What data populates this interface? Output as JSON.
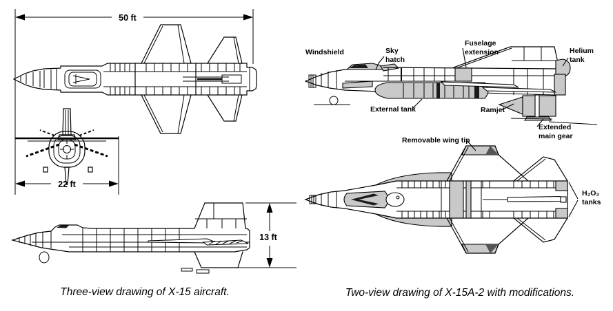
{
  "figure": {
    "colors": {
      "background": "#ffffff",
      "line": "#000000",
      "shade": "#c9c9c9"
    },
    "left_panel": {
      "caption": "Three-view drawing of X-15 aircraft.",
      "length_dimension": "50 ft",
      "wingspan_dimension": "22 ft",
      "height_dimension": "13 ft"
    },
    "right_panel": {
      "caption": "Two-view drawing of X-15A-2 with modifications.",
      "labels": {
        "windshield": "Windshield",
        "sky_hatch": [
          "Sky",
          "hatch"
        ],
        "fuselage_extension": [
          "Fuselage",
          "extension"
        ],
        "helium_tank": [
          "Helium",
          "tank"
        ],
        "external_tank": "External tank",
        "ramjet": "Ramjet",
        "extended_main_gear": [
          "Extended",
          "main gear"
        ],
        "removable_wing_tip": "Removable wing tip",
        "h2o2_tanks": [
          "H₂O₂",
          "tanks"
        ]
      }
    }
  }
}
